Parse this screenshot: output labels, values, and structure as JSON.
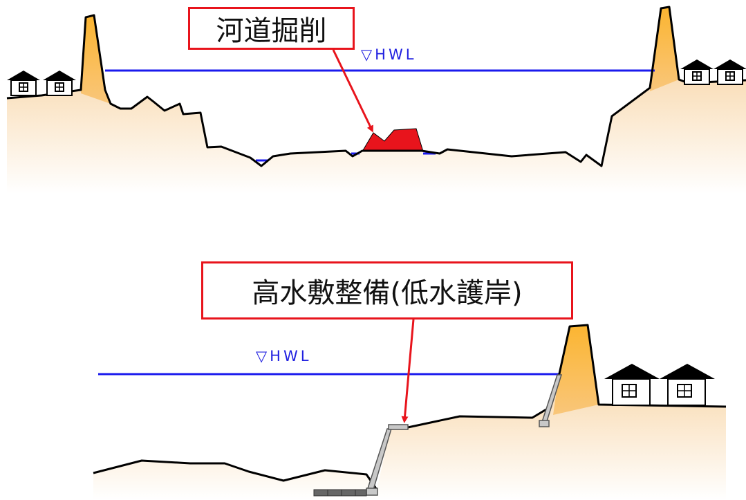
{
  "panels": {
    "top": {
      "callout": "河道掘削",
      "hwl_label": "▽HWL"
    },
    "bottom": {
      "callout": "高水敷整備(低水護岸)",
      "hwl_label": "▽HWL"
    }
  },
  "colors": {
    "callout_border": "#e8141c",
    "arrow": "#e8141c",
    "water_line": "#1a1aee",
    "levee_fill": "#f9b233",
    "ground_gradient_top": "#f6c98c",
    "ground_gradient_bottom": "#ffffff",
    "excavation_fill": "#e8141c",
    "outline": "#000000"
  }
}
